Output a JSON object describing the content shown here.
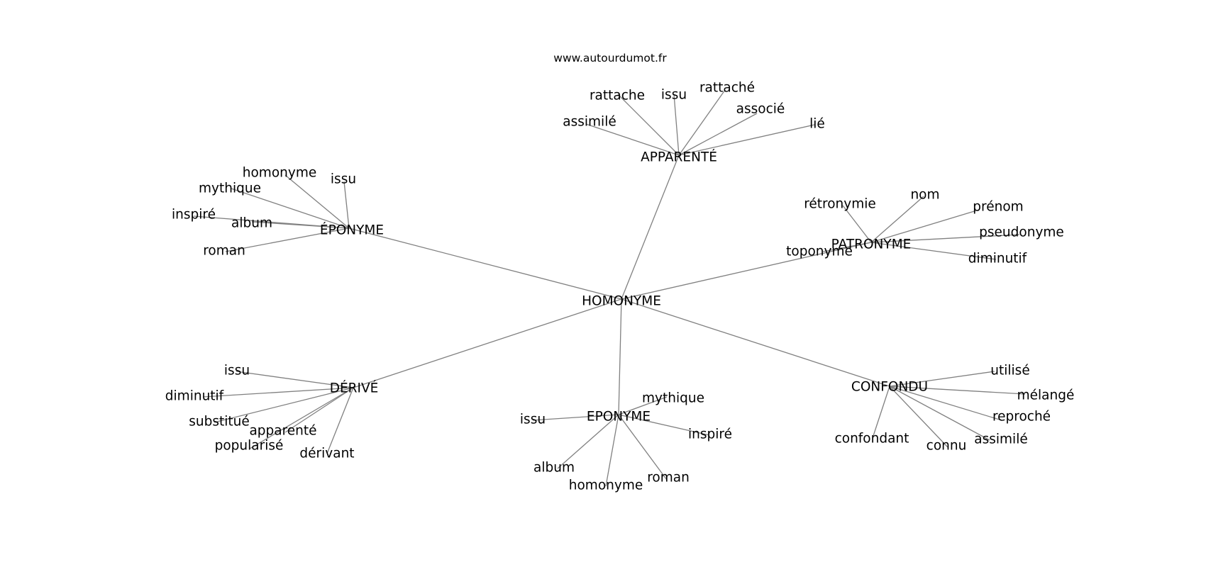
{
  "site": "www.autourdumot.fr",
  "root": "HOMONYME",
  "clusters": [
    {
      "key": "apparente",
      "label": "APPARENTÉ",
      "children": [
        "rattache",
        "issu",
        "rattaché",
        "associé",
        "assimilé",
        "lié"
      ]
    },
    {
      "key": "eponyme-accent",
      "label": "ÉPONYME",
      "children": [
        "homonyme",
        "issu",
        "mythique",
        "inspiré",
        "album",
        "roman"
      ]
    },
    {
      "key": "patronyme",
      "label": "PATRONYME",
      "children": [
        "rétronymie",
        "nom",
        "prénom",
        "pseudonyme",
        "toponyme",
        "diminutif"
      ]
    },
    {
      "key": "derive",
      "label": "DÉRIVÉ",
      "children": [
        "issu",
        "diminutif",
        "substitué",
        "apparenté",
        "popularisé",
        "dérivant"
      ]
    },
    {
      "key": "eponyme",
      "label": "EPONYME",
      "children": [
        "mythique",
        "issu",
        "inspiré",
        "album",
        "roman",
        "homonyme"
      ]
    },
    {
      "key": "confondu",
      "label": "CONFONDU",
      "children": [
        "utilisé",
        "mélangé",
        "reproché",
        "confondant",
        "connu",
        "assimilé"
      ]
    }
  ]
}
